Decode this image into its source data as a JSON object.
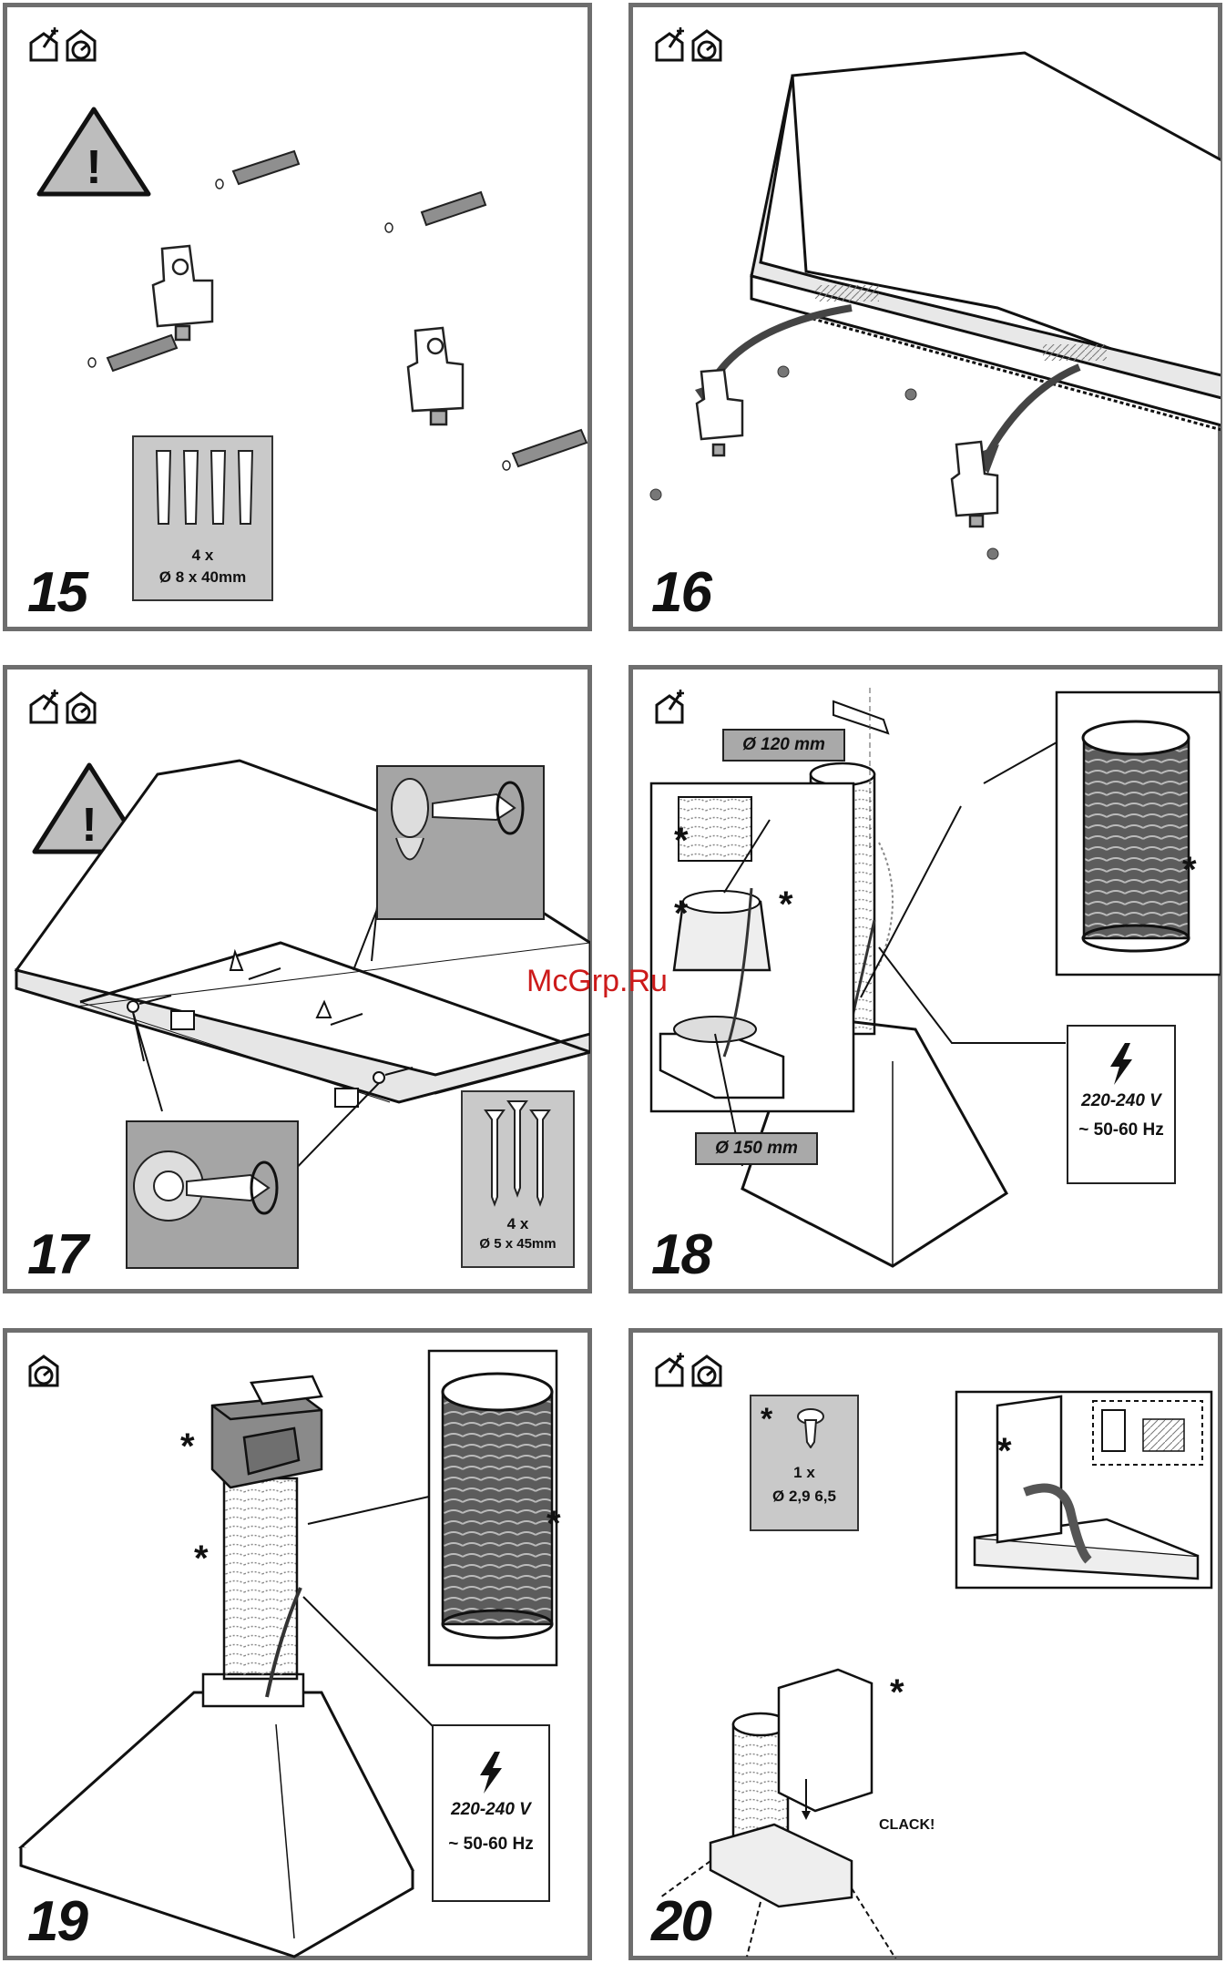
{
  "watermark": "McGrp.Ru",
  "colors": {
    "border": "#6e6e6e",
    "spec_bg": "#c9c9c9",
    "label_bg": "#a9a9a9",
    "watermark": "#cc1a1a",
    "hose_dark": "#5c5c5c"
  },
  "panels": {
    "p15": {
      "number": "15",
      "icons": [
        "chimney-hood-icon",
        "recirculation-hood-icon"
      ],
      "warning_mark": "!",
      "spec_qty": "4 x",
      "spec_size": "Ø 8 x 40mm"
    },
    "p16": {
      "number": "16",
      "icons": [
        "chimney-hood-icon",
        "recirculation-hood-icon"
      ]
    },
    "p17": {
      "number": "17",
      "icons": [
        "chimney-hood-icon",
        "recirculation-hood-icon"
      ],
      "warning_mark": "!",
      "spec_qty": "4 x",
      "spec_size": "Ø 5 x 45mm"
    },
    "p18": {
      "number": "18",
      "icons": [
        "chimney-hood-icon"
      ],
      "label_top": "Ø 120 mm",
      "label_bottom": "Ø 150 mm",
      "voltage": "220-240 V",
      "frequency": "~ 50-60 Hz",
      "star": "*"
    },
    "p19": {
      "number": "19",
      "icons": [
        "recirculation-hood-icon"
      ],
      "voltage": "220-240 V",
      "frequency": "~ 50-60 Hz",
      "star": "*"
    },
    "p20": {
      "number": "20",
      "icons": [
        "chimney-hood-icon",
        "recirculation-hood-icon"
      ],
      "star": "*",
      "spec_qty": "1 x",
      "spec_size": "Ø 2,9 6,5",
      "click_text": "CLACK!"
    }
  }
}
